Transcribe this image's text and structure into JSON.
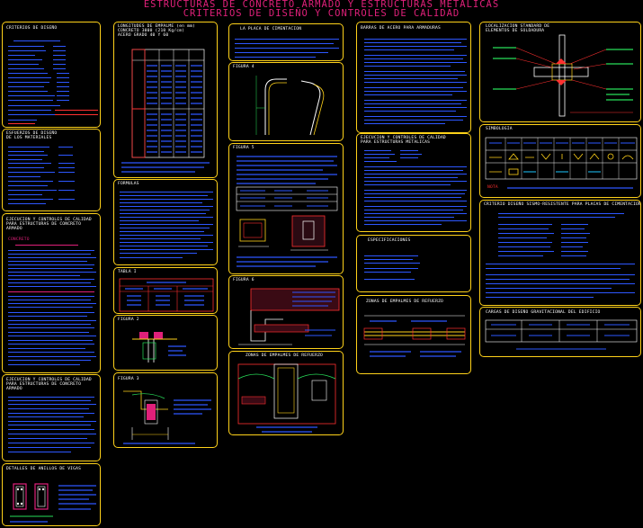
{
  "title": {
    "line1": "ESTRUCTURAS DE CONCRETO ARMADO Y ESTRUCTURAS METALICAS",
    "line2": "CRITERIOS DE DISEÑO Y CONTROLES DE CALIDAD"
  },
  "panels": {
    "criterios_diseno": "CRITERIOS DE DISEÑO",
    "esfuerzos": "ESFUERZOS DE DISEÑO\nDE LOS MATERIALES",
    "ejecucion_concreto": "EJECUCION Y CONTROLES DE CALIDAD\nPARA ESTRUCTURAS DE CONCRETO\nARMADO",
    "ejecucion_concreto_2": "EJECUCION Y CONTROLES DE CALIDAD\nPARA ESTRUCTURAS DE CONCRETO\nARMADO",
    "detalles_anillos": "DETALLES DE ANILLOS DE VIGAS",
    "longitudes_empalme": "LONGITUDES DE EMPALME (en mm)\nCONCRETO 3000 (210 Kg/cm)\nACERO GRADO 40 Y 60",
    "formulas": "FORMULAS",
    "tabla1": "TABLA I",
    "figura2": "FIGURA 2",
    "figura3": "FIGURA 3",
    "placa_cimentacion": "LA PLACA DE CIMENTACION",
    "figura4": "FIGURA 4",
    "figura5": "FIGURA 5",
    "figura6": "FIGURA 6",
    "zonas_empalme": "ZONAS DE EMPALMES DE REFUERZO",
    "barras_acero": "BARRAS DE ACERO PARA ARMADURAS",
    "ejecucion_metalicas": "EJECUCION Y CONTROLES DE CALIDAD\nPARA ESTRUCTURAS METALICAS",
    "especificaciones": "ESPECIFICACIONES",
    "zonas_empalme_2": "ZONAS DE EMPALMES DE REFUERZO",
    "localizacion": "LOCALIZACION STANDARD DE\nELEMENTOS DE SOLDADURA",
    "simbologia": "SIMBOLOGIA",
    "sismo_resistente": "CRITERIO DISEÑO SISMO-RESISTENTE PARA PLACAS DE CIMENTACION",
    "cargas_gravitacional": "CARGAS DE DISEÑO GRAVITACIONAL DEL EDIFICIO"
  },
  "labels": {
    "concreto": "CONCRETO",
    "nota": "NOTA"
  },
  "colors": {
    "title": "#e0207a",
    "border": "#ffd21a",
    "text_blue": "#2d57ff",
    "text_cyan": "#1ec8ff",
    "text_green": "#28e05a",
    "text_red": "#ff3030"
  }
}
